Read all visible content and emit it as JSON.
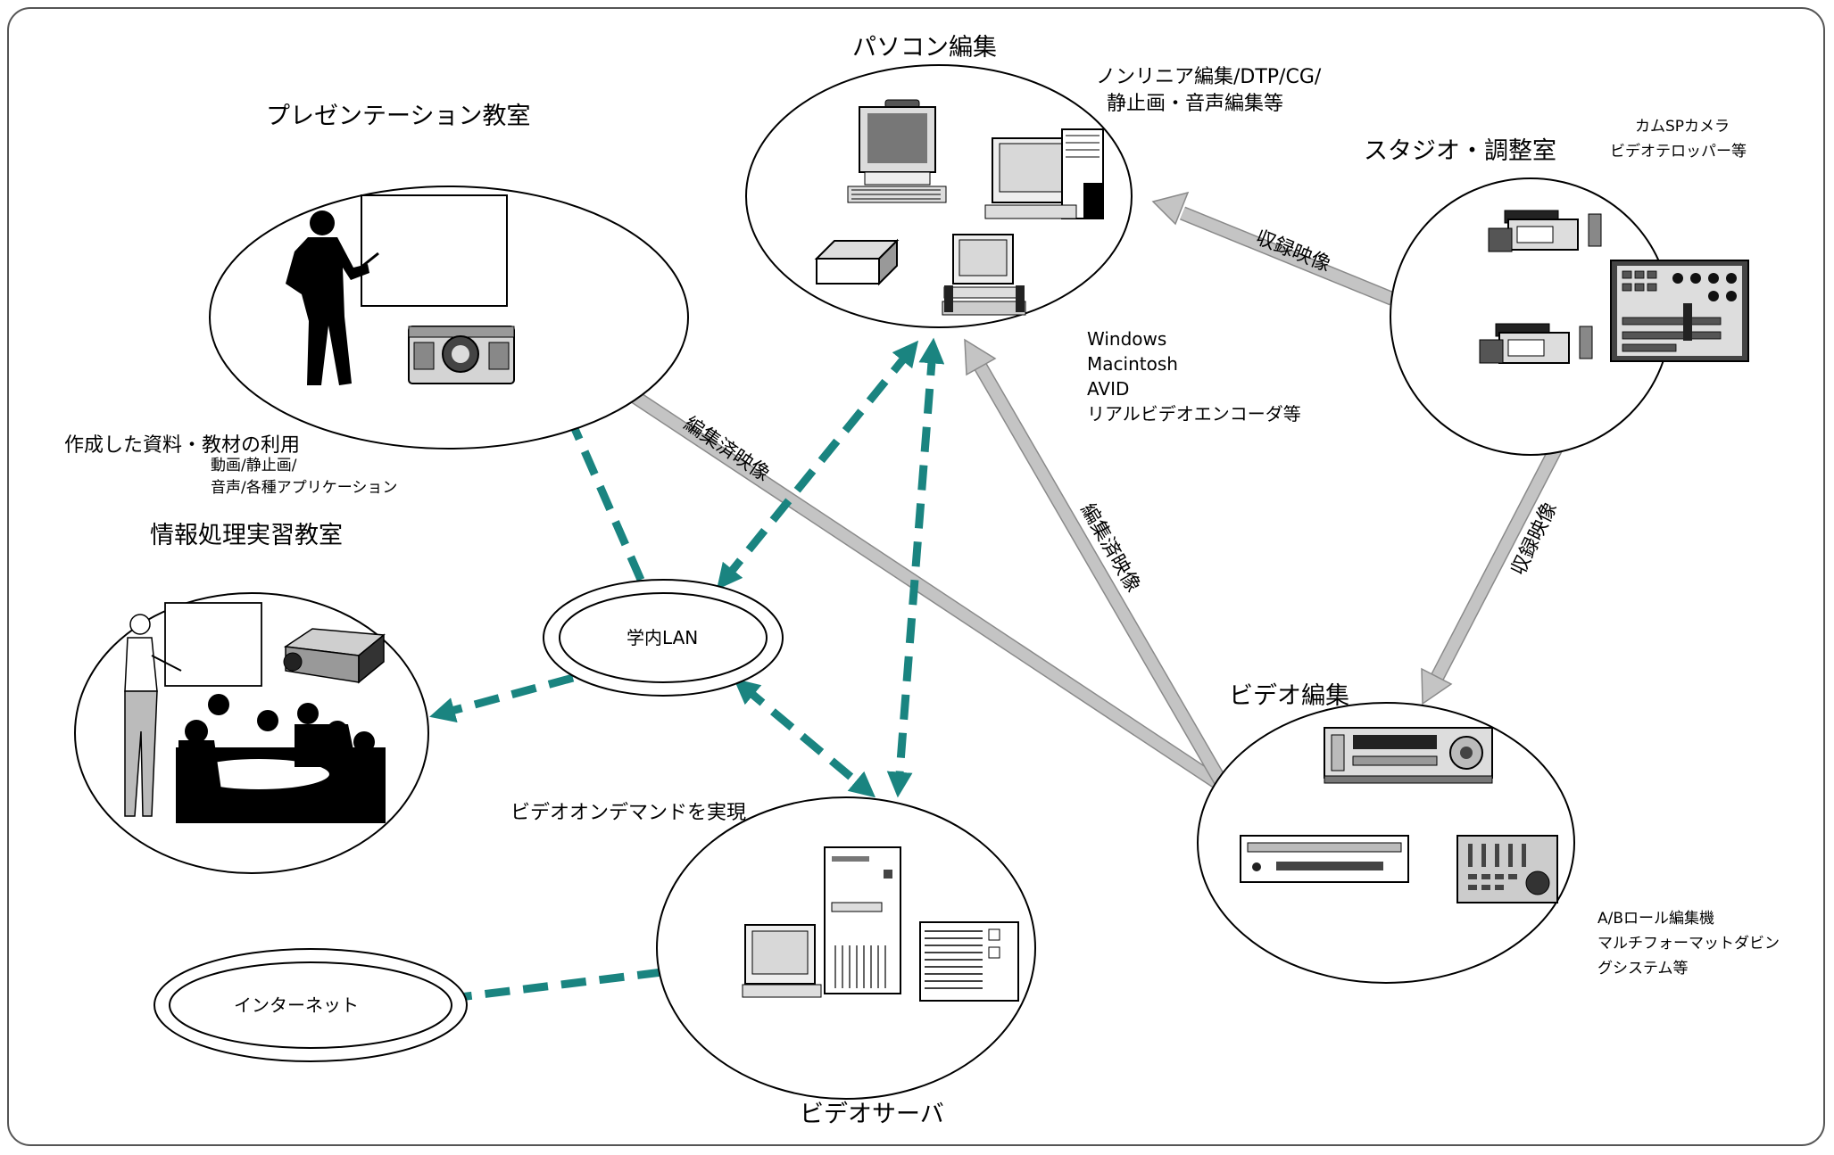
{
  "nodes": {
    "presentation": {
      "title": "プレゼンテーション教室"
    },
    "pc_edit": {
      "title": "パソコン編集",
      "note": [
        "ノンリニア編集/DTP/CG/",
        "静止画・音声編集等"
      ]
    },
    "studio": {
      "title": "スタジオ・調整室",
      "note": [
        "カムSPカメラ",
        "ビデオテロッパー等"
      ]
    },
    "info_lab": {
      "title": "情報処理実習教室"
    },
    "lan": {
      "title": "学内LAN"
    },
    "video_edit": {
      "title": "ビデオ編集",
      "note": [
        "A/Bロール編集機",
        "マルチフォーマットダビン",
        "グシステム等"
      ]
    },
    "video_server": {
      "title": "ビデオサーバ",
      "note": "ビデオオンデマンドを実現"
    },
    "internet": {
      "title": "インターネット"
    }
  },
  "software": [
    "Windows",
    "Macintosh",
    "AVID",
    "リアルビデオエンコーダ等"
  ],
  "materials": {
    "title": "作成した資料・教材の利用",
    "items": [
      "動画/静止画/",
      "音声/各種アプリケーション"
    ]
  },
  "flow_labels": {
    "studio_to_pc": "収録映像",
    "studio_to_video": "収録映像",
    "video_to_presentation": "編集済映像",
    "video_to_pc": "編集済映像"
  },
  "colors": {
    "lan_link": "#1a8480",
    "video_flow": "#c4c4c4",
    "outline": "#000000"
  }
}
